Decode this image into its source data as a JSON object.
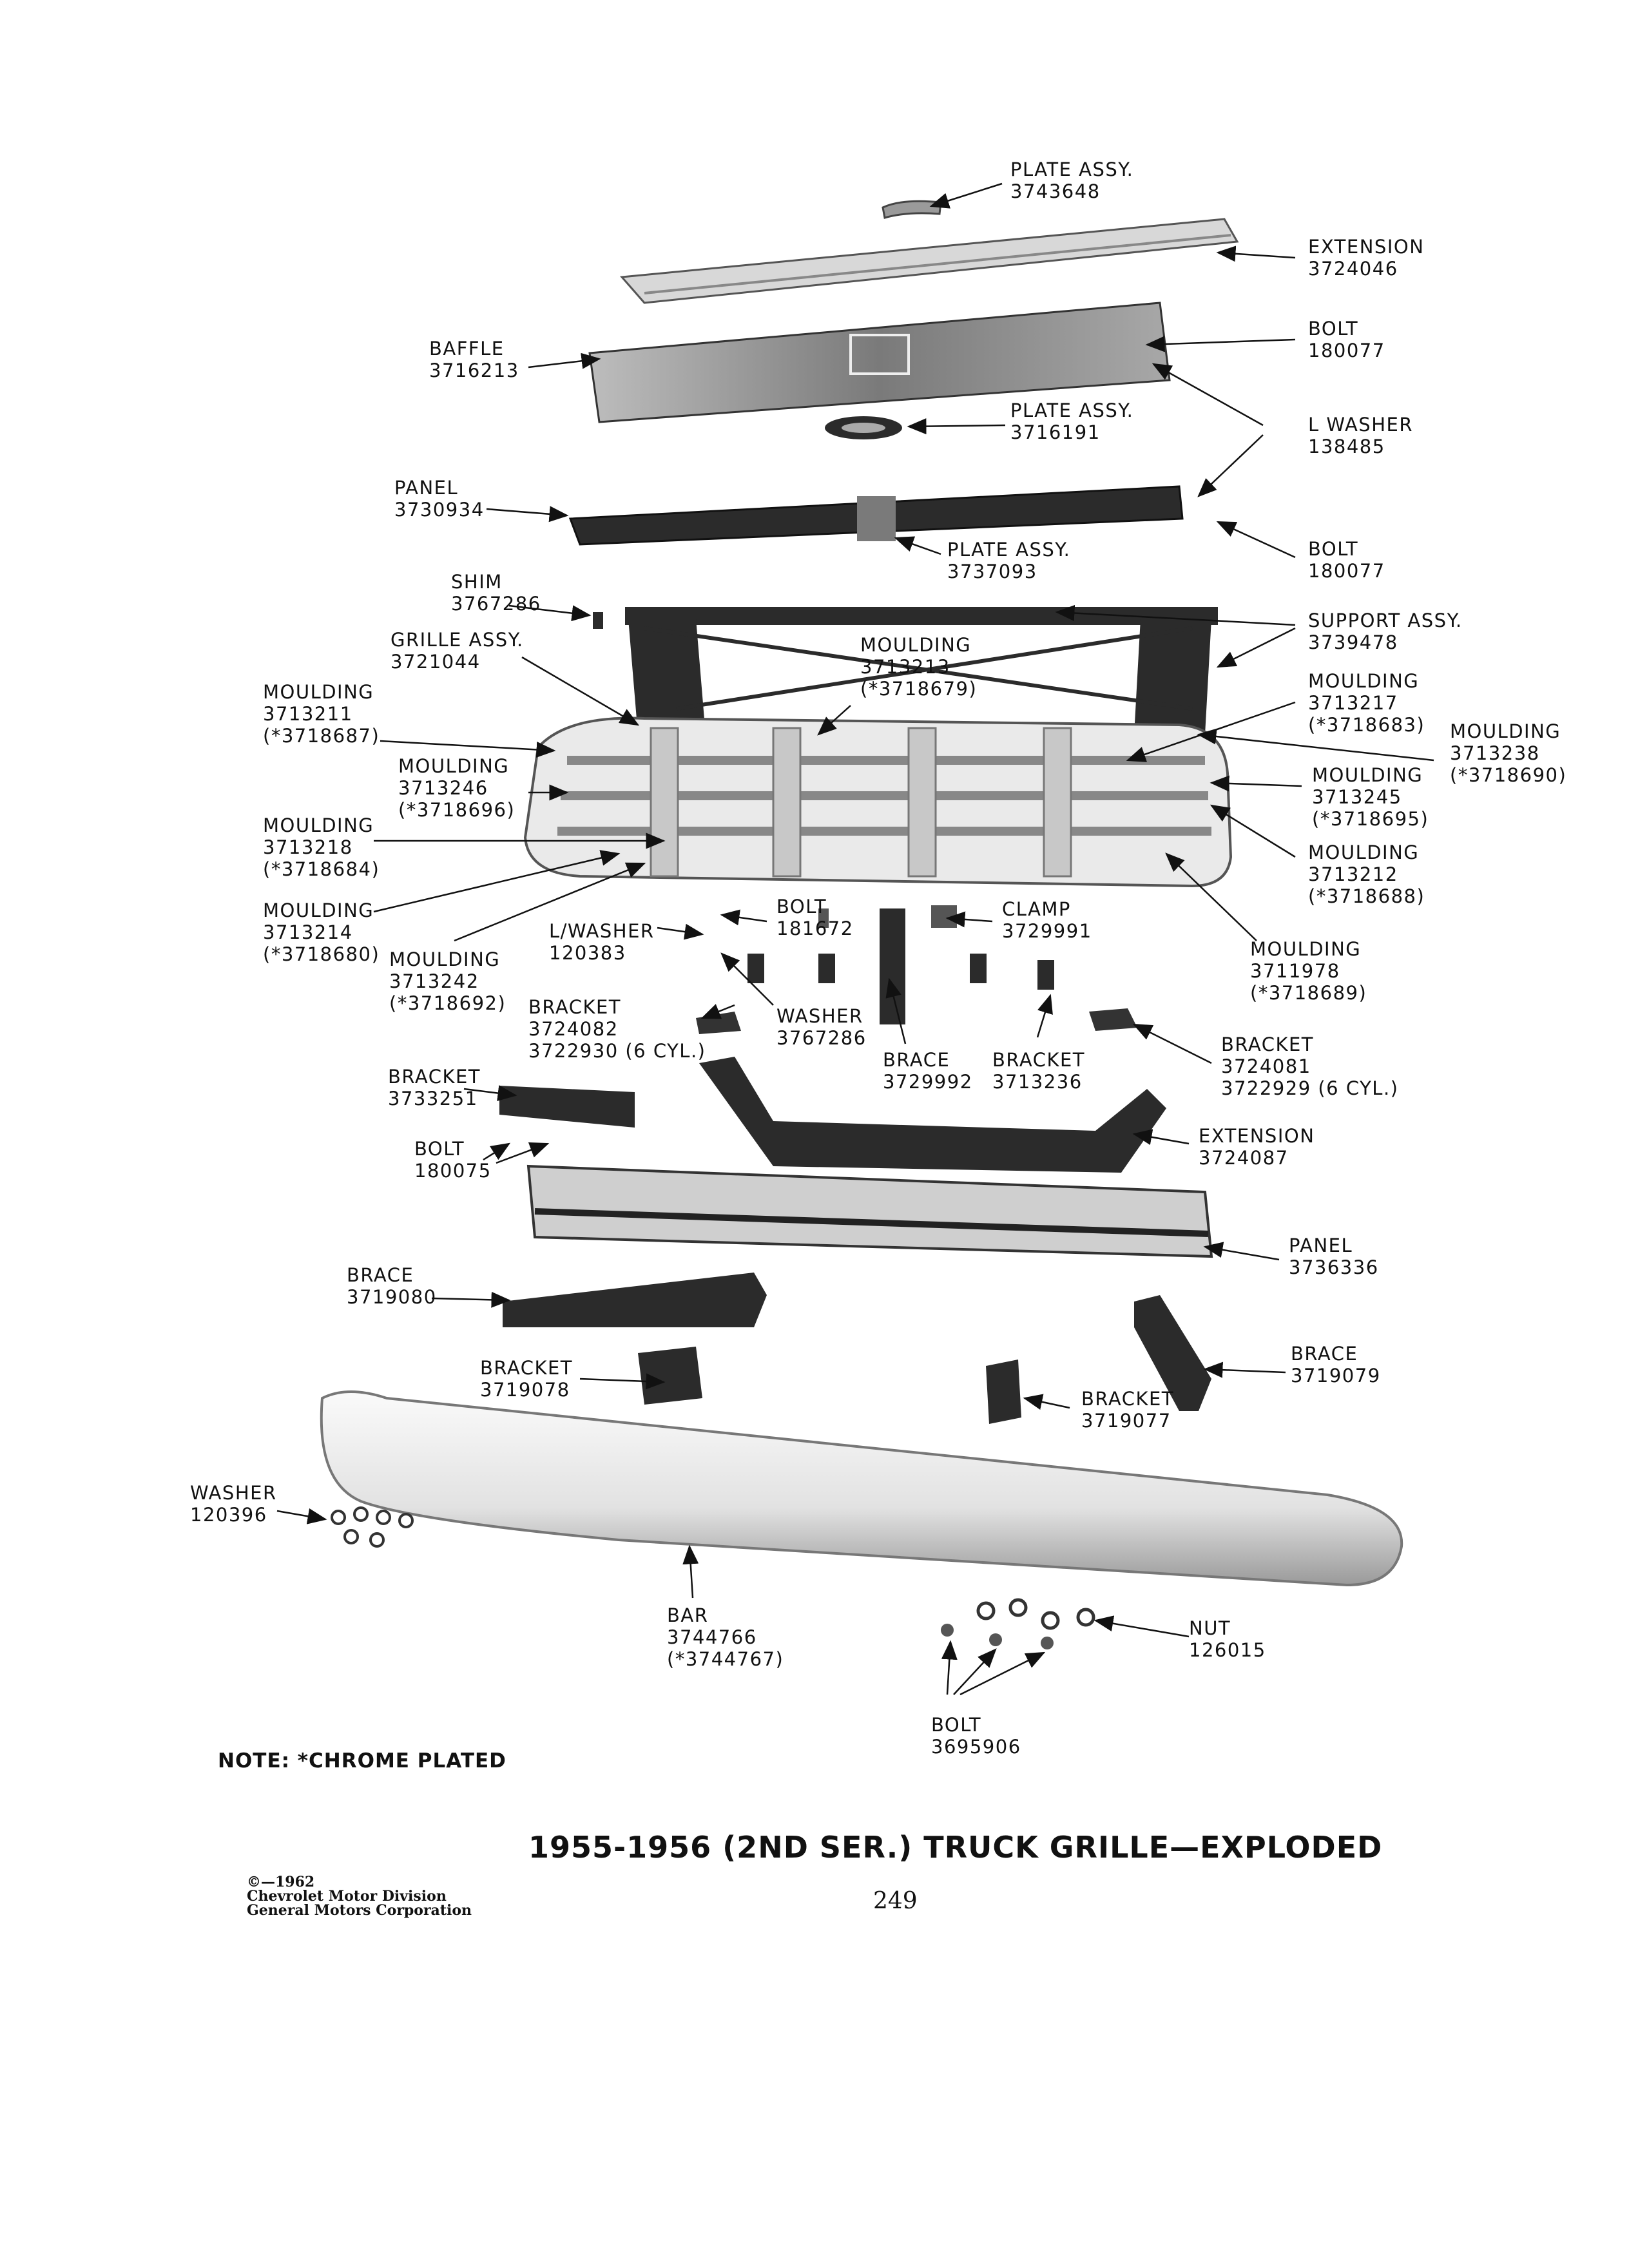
{
  "labels": {
    "plate_assy_top": {
      "name": "PLATE ASSY.",
      "number": "3743648"
    },
    "extension_top": {
      "name": "EXTENSION",
      "number": "3724046"
    },
    "bolt_top": {
      "name": "BOLT",
      "number": "180077"
    },
    "baffle": {
      "name": "BAFFLE",
      "number": "3716213"
    },
    "l_washer": {
      "name": "L WASHER",
      "number": "138485"
    },
    "plate_assy_mid": {
      "name": "PLATE ASSY.",
      "number": "3716191"
    },
    "panel_top": {
      "name": "PANEL",
      "number": "3730934"
    },
    "plate_assy_low": {
      "name": "PLATE ASSY.",
      "number": "3737093"
    },
    "bolt_mid": {
      "name": "BOLT",
      "number": "180077"
    },
    "shim": {
      "name": "SHIM",
      "number": "3767286"
    },
    "support_assy": {
      "name": "SUPPORT ASSY.",
      "number": "3739478"
    },
    "grille_assy": {
      "name": "GRILLE ASSY.",
      "number": "3721044"
    },
    "moulding_center": {
      "name": "MOULDING",
      "number": "3713213",
      "chrome": "(*3718679)"
    },
    "moulding_3713217": {
      "name": "MOULDING",
      "number": "3713217",
      "chrome": "(*3718683)"
    },
    "moulding_3713238": {
      "name": "MOULDING",
      "number": "3713238",
      "chrome": "(*3718690)"
    },
    "moulding_3713211": {
      "name": "MOULDING",
      "number": "3713211",
      "chrome": "(*3718687)"
    },
    "moulding_3713246": {
      "name": "MOULDING",
      "number": "3713246",
      "chrome": "(*3718696)"
    },
    "moulding_3713245": {
      "name": "MOULDING",
      "number": "3713245",
      "chrome": "(*3718695)"
    },
    "moulding_3713218": {
      "name": "MOULDING",
      "number": "3713218",
      "chrome": "(*3718684)"
    },
    "moulding_3713212": {
      "name": "MOULDING",
      "number": "3713212",
      "chrome": "(*3718688)"
    },
    "moulding_3713214": {
      "name": "MOULDING",
      "number": "3713214",
      "chrome": "(*3718680)"
    },
    "moulding_3713242": {
      "name": "MOULDING",
      "number": "3713242",
      "chrome": "(*3718692)"
    },
    "moulding_3711978": {
      "name": "MOULDING",
      "number": "3711978",
      "chrome": "(*3718689)"
    },
    "bolt_181672": {
      "name": "BOLT",
      "number": "181672"
    },
    "clamp": {
      "name": "CLAMP",
      "number": "3729991"
    },
    "l_washer_120383": {
      "name": "L/WASHER",
      "number": "120383"
    },
    "washer_3767286": {
      "name": "WASHER",
      "number": "3767286"
    },
    "bracket_3724082": {
      "name": "BRACKET",
      "number": "3724082",
      "alt": "3722930 (6 CYL.)"
    },
    "brace_3729992": {
      "name": "BRACE",
      "number": "3729992"
    },
    "bracket_3713236": {
      "name": "BRACKET",
      "number": "3713236"
    },
    "bracket_3724081": {
      "name": "BRACKET",
      "number": "3724081",
      "alt": "3722929 (6 CYL.)"
    },
    "bracket_3733251": {
      "name": "BRACKET",
      "number": "3733251"
    },
    "extension_3724087": {
      "name": "EXTENSION",
      "number": "3724087"
    },
    "bolt_180075": {
      "name": "BOLT",
      "number": "180075"
    },
    "panel_3736336": {
      "name": "PANEL",
      "number": "3736336"
    },
    "brace_3719080": {
      "name": "BRACE",
      "number": "3719080"
    },
    "brace_3719079": {
      "name": "BRACE",
      "number": "3719079"
    },
    "bracket_3719078": {
      "name": "BRACKET",
      "number": "3719078"
    },
    "bracket_3719077": {
      "name": "BRACKET",
      "number": "3719077"
    },
    "washer_120396": {
      "name": "WASHER",
      "number": "120396"
    },
    "bar": {
      "name": "BAR",
      "number": "3744766",
      "chrome": "(*3744767)"
    },
    "nut": {
      "name": "NUT",
      "number": "126015"
    },
    "bolt_3695906": {
      "name": "BOLT",
      "number": "3695906"
    }
  },
  "note": "NOTE: *CHROME PLATED",
  "title": "1955-1956 (2ND SER.) TRUCK GRILLE—EXPLODED",
  "copyright": {
    "line1": "©—1962",
    "line2": "Chevrolet Motor Division",
    "line3": "General Motors Corporation"
  },
  "page_number": "249",
  "colors": {
    "ink": "#111111",
    "part_dark": "#2b2b2b",
    "part_mid": "#8a8a8a",
    "part_light": "#d4d4d4"
  }
}
